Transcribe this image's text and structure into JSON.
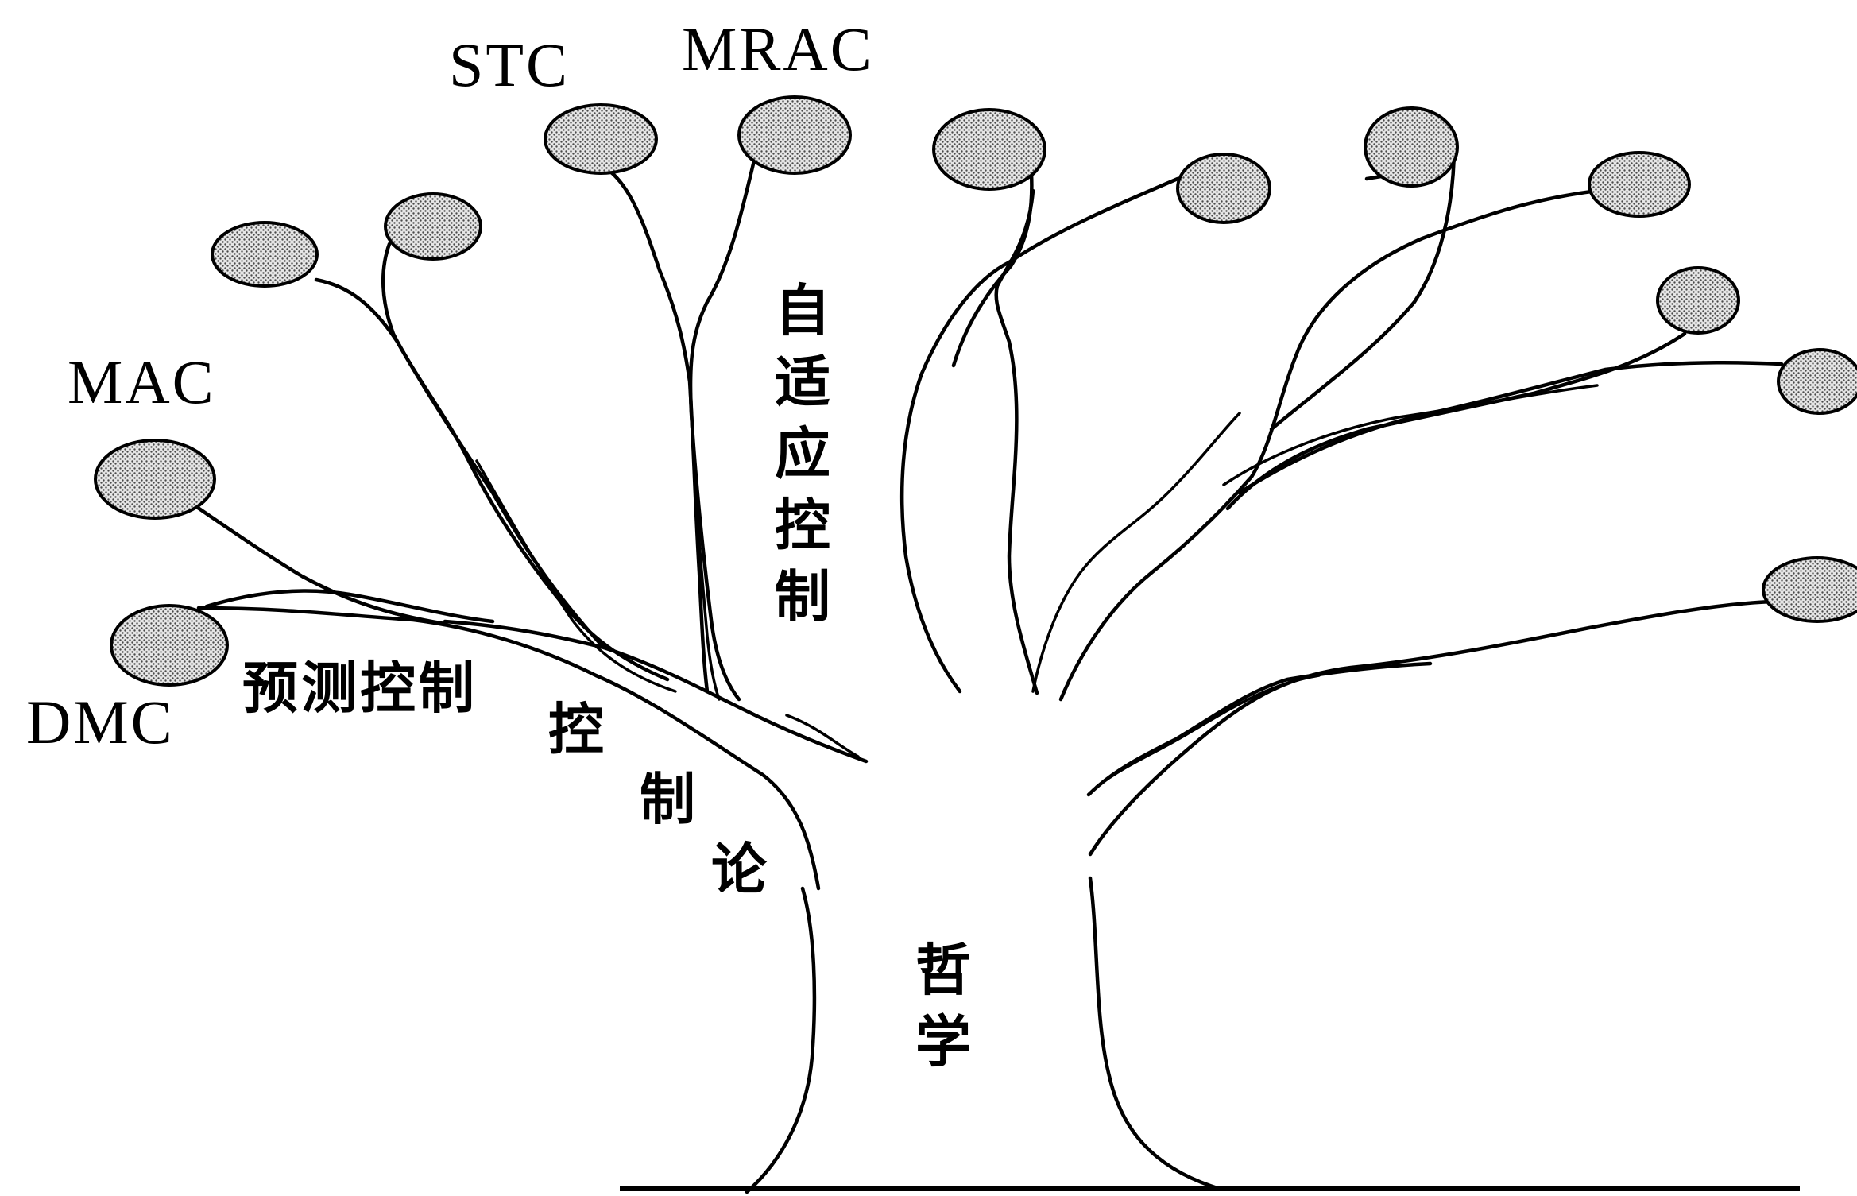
{
  "labels": {
    "stc": "STC",
    "mrac": "MRAC",
    "mac": "MAC",
    "dmc": "DMC",
    "adaptive_control": [
      "自",
      "适",
      "应",
      "控",
      "制"
    ],
    "predictive_control": "预测控制",
    "control_theory": [
      "控",
      "制",
      "论"
    ],
    "philosophy": [
      "哲",
      "学"
    ]
  },
  "style": {
    "line_color": "#000000",
    "leaf_fill": "#bdbdbd",
    "background": "#ffffff"
  }
}
